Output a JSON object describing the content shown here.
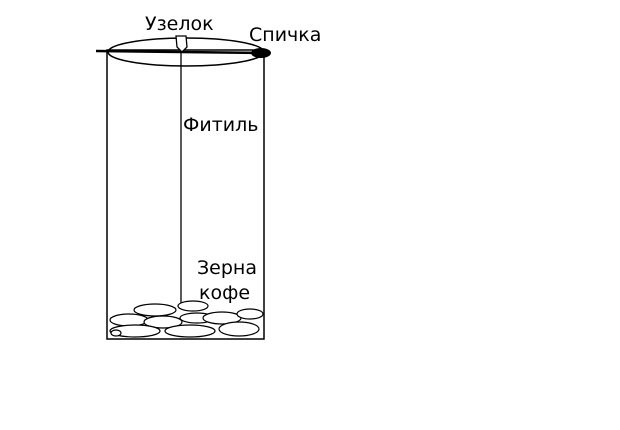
{
  "labels": {
    "knot": "Узелок",
    "match": "Спичка",
    "wick": "Фитиль",
    "beans_line1": "Зерна",
    "beans_line2": "кофе"
  },
  "colors": {
    "ink": "#000000",
    "background": "#ffffff"
  }
}
